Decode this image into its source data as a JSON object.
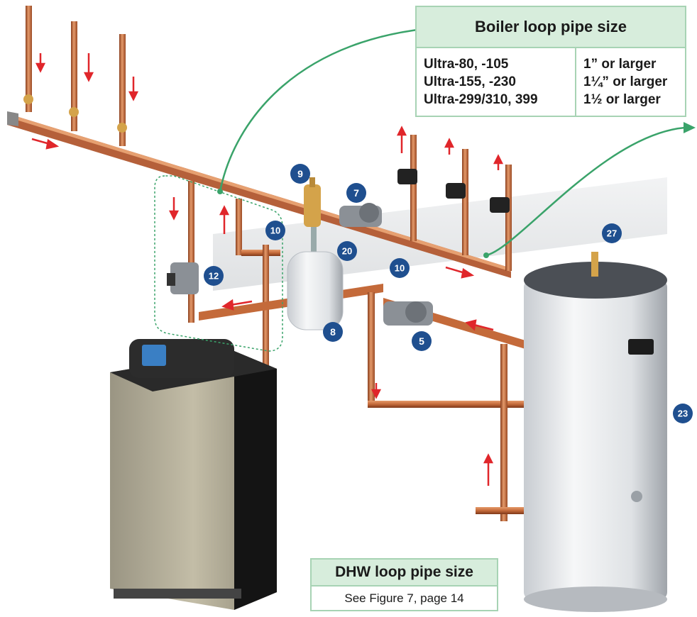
{
  "boiler_loop": {
    "title": "Boiler loop pipe size",
    "rows": [
      {
        "model": "Ultra-80, -105",
        "size": "1” or larger"
      },
      {
        "model": "Ultra-155, -230",
        "size": "1¼” or larger"
      },
      {
        "model": "Ultra-299/310, 399",
        "size": "1½ or larger"
      }
    ]
  },
  "dhw_loop": {
    "title": "DHW loop pipe size",
    "note": "See Figure 7, page 14"
  },
  "callouts": {
    "c9": "9",
    "c7": "7",
    "c10_top": "10",
    "c20": "20",
    "c12": "12",
    "c10_mid": "10",
    "c8": "8",
    "c5": "5",
    "c27": "27",
    "c23": "23"
  },
  "colors": {
    "pipe_copper": "#c46a3a",
    "flow_arrow": "#e0262b",
    "callout_badge": "#1f4f8f",
    "leader_line": "#3aa36a",
    "box_header": "#d7eddc",
    "box_border": "#a7d3b4"
  }
}
